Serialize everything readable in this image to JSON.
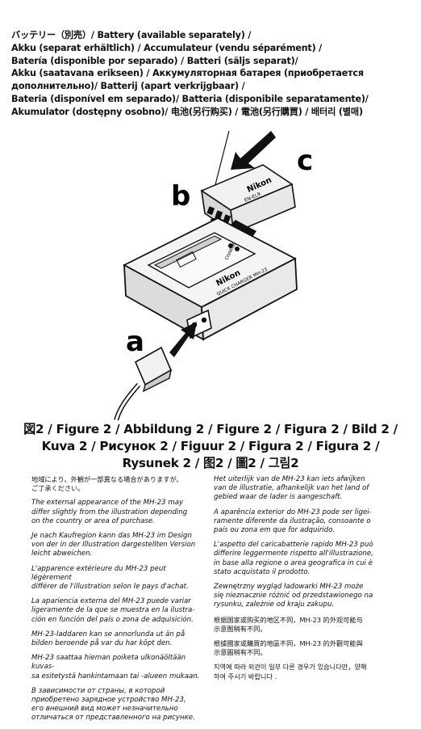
{
  "header": {
    "lines": [
      "バッテリー（別売）/ Battery (available separately) /",
      "Akku (separat erhältlich) / Accumulateur (vendu séparément) /",
      "Batería (disponible por separado) / Batteri (säljs separat)/",
      "Akku (saatavana erikseen) / Аккумуляторная батарея (приобретается",
      "дополнительно)/ Batterij (apart verkrijgbaar) /",
      "Bateria (disponível em separado)/ Batteria (disponibile separatamente)/",
      "Akumulator (dostępny osobno)/ 电池(另行购买) / 電池(另行購買) / 배터리 (별매)"
    ]
  },
  "illustration": {
    "label_a": "a",
    "label_b": "b",
    "label_c": "c",
    "charger_brand": "Nikon",
    "charger_model": "QUICK CHARGER MH-23",
    "charge_led": "CHARGE",
    "battery_brand": "Nikon",
    "battery_model": "EN-EL9"
  },
  "figure_title": {
    "lines": [
      "図2 / Figure 2 / Abbildung 2 / Figure 2 / Figura 2 / Bild 2 /",
      "Kuva 2 / Рисунок 2 / Figuur 2 / Figura 2 / Figura 2 /",
      "Rysunek 2 / 图2 / 圖2 / 그림2"
    ]
  },
  "left_column": [
    {
      "text": "地域により、外観が一部異なる場合がありますが、\nご了承ください。",
      "style": "cjk"
    },
    {
      "text": "The external appearance of the MH-23 may\ndiffer slightly from the illustration depending\non the country or area of purchase.",
      "style": "it"
    },
    {
      "text": "Je nach Kaufregion kann das MH-23 im Design\nvon der in der Illustration dargestellten Version\nleicht abweichen.",
      "style": "it"
    },
    {
      "text": "L'apparence extérieure du MH-23 peut légèrement\ndifférer de l'illustration selon le pays d'achat.",
      "style": "it"
    },
    {
      "text": "La apariencia externa del MH-23 puede variar\nligeramente de la que se muestra en la ilustra-\nción en función del país o zona de adquisición.",
      "style": "it"
    },
    {
      "text": "MH-23-laddaren kan se annorlunda ut än på\nbilden beroende på var du har köpt den.",
      "style": "it"
    },
    {
      "text": "MH-23 saattaa hieman poiketa ulkonäöltään kuvas-\nsa esitetystä hankintamaan tai -alueen mukaan.",
      "style": "it"
    },
    {
      "text": "В зависимости от страны, в которой\nприобретено зарядное устройство MH-23,\nего внешний вид может незначительно\nотличаться от представленного на рисунке.",
      "style": "it"
    }
  ],
  "right_column": [
    {
      "text": "Het uiterlijk van de MH-23 kan iets afwijken\nvan de illustratie, afhankelijk van het land of\ngebied waar de lader is aangeschaft.",
      "style": "it"
    },
    {
      "text": "A aparência exterior do MH-23 pode ser ligei-\nramente diferente da ilustração, consoante o\npaís ou zona em que for adquirido.",
      "style": "it"
    },
    {
      "text": "L'aspetto del caricabatterie rapido MH-23 può\ndifferire leggermente rispetto all'illustrazione,\nin base alla regione o area geografica in cui è\nstato acquistato il prodotto.",
      "style": "it"
    },
    {
      "text": "Zewnętrzny wygląd ładowarki MH-23 może\nsię nieznacznie różnić od przedstawionego na\nrysunku, zależnie od kraju zakupu.",
      "style": "it"
    },
    {
      "text": "根据国家或购买的地区不同，MH-23 的外观可能与\n示意图稍有不同。",
      "style": "cjk"
    },
    {
      "text": "根據國家或購買的地區不同，MH-23 的外觀可能與\n示意圖稍有不同。",
      "style": "cjk"
    },
    {
      "text": "지역에 따라 외관이 일부 다른 경우가 있습니다만，양해\n하여 주시기 바랍니다 .",
      "style": "cjk"
    }
  ]
}
